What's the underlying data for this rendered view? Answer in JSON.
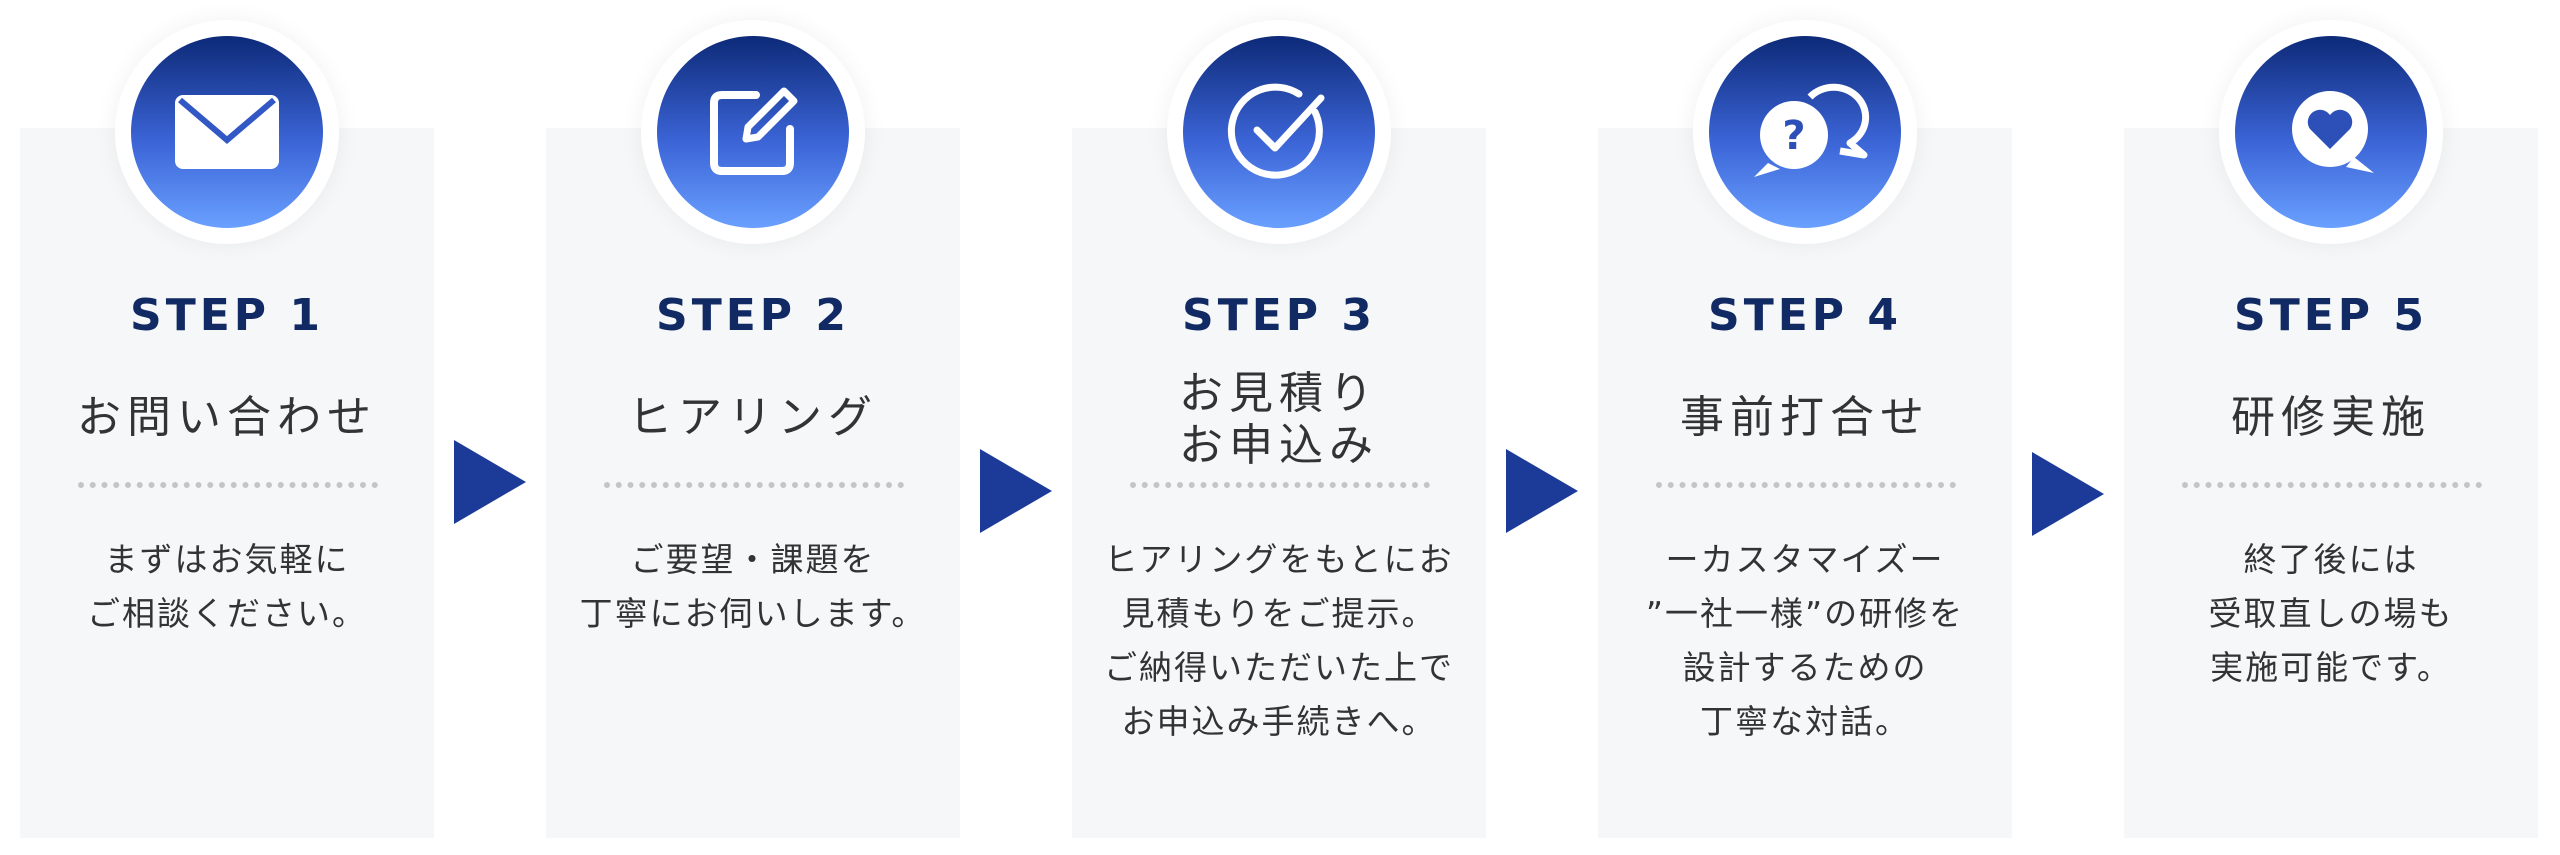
{
  "steps": [
    {
      "step_label": "STEP 1",
      "title_lines": [
        "お問い合わせ"
      ],
      "desc_lines": [
        "まずはお気軽に",
        "ご相談ください。"
      ],
      "icon": "envelope-icon"
    },
    {
      "step_label": "STEP 2",
      "title_lines": [
        "ヒアリング"
      ],
      "desc_lines": [
        "ご要望・課題を",
        "丁寧にお伺いします。"
      ],
      "icon": "edit-icon"
    },
    {
      "step_label": "STEP 3",
      "title_lines": [
        "お見積り",
        "お申込み"
      ],
      "desc_lines": [
        "ヒアリングをもとにお",
        "見積もりをご提示。",
        "ご納得いただいた上で",
        "お申込み手続きへ。"
      ],
      "icon": "check-circle-icon"
    },
    {
      "step_label": "STEP 4",
      "title_lines": [
        "事前打合せ"
      ],
      "desc_lines": [
        "ーカスタマイズー",
        "”一社一様”の研修を",
        "設計するための",
        "丁寧な対話。"
      ],
      "icon": "question-chat-icon"
    },
    {
      "step_label": "STEP 5",
      "title_lines": [
        "研修実施"
      ],
      "desc_lines": [
        "終了後には",
        "受取直しの場も",
        "実施可能です。"
      ],
      "icon": "heart-chat-icon"
    }
  ],
  "colors": {
    "accent": "#112a64",
    "arrow": "#1c3a98",
    "card_bg": "#f5f7f8"
  }
}
